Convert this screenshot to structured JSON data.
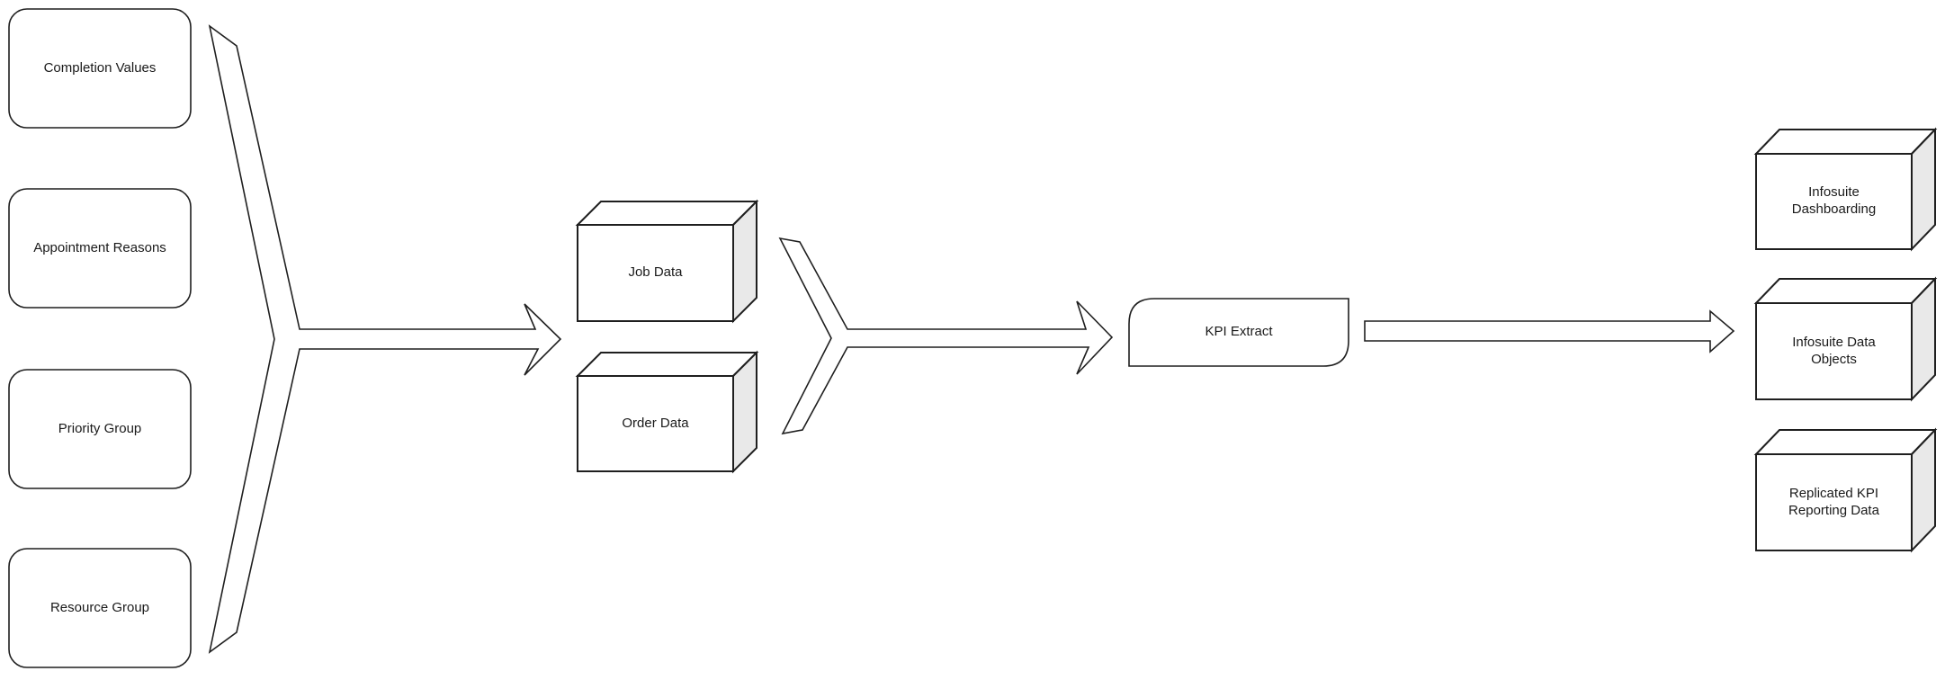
{
  "diagram": {
    "sources": [
      {
        "label": "Completion Values"
      },
      {
        "label": "Appointment Reasons"
      },
      {
        "label": "Priority Group"
      },
      {
        "label": "Resource Group"
      }
    ],
    "staging": [
      {
        "label": "Job Data"
      },
      {
        "label": "Order Data"
      }
    ],
    "process": {
      "label": "KPI Extract"
    },
    "targets": [
      {
        "label": "Infosuite Dashboarding"
      },
      {
        "label": "Infosuite Data Objects"
      },
      {
        "label": "Replicated KPI Reporting Data"
      }
    ],
    "colors": {
      "background": "#ffffff",
      "shape_fill": "#ffffff",
      "stroke": "#1f1f1f",
      "cube_side": "#e9e9e9",
      "text": "#1a1a1a"
    }
  }
}
